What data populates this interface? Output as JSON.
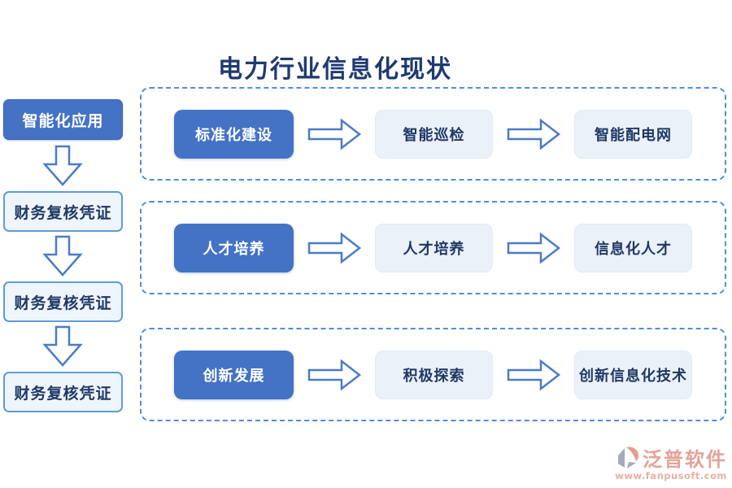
{
  "title": "电力行业信息化现状",
  "colors": {
    "primary_blue": "#4472c4",
    "dark_text": "#1f3864",
    "dashed_border": "#4a90d9",
    "light_box_fill": "#eaf1f9",
    "sidebar_box_fill": "#eef5fc",
    "sidebar_box_border": "#5e9cd8",
    "watermark_pink": "#e19a8e"
  },
  "sidebar": {
    "top": {
      "label": "智能化应用"
    },
    "items": [
      {
        "label": "财务复核凭证"
      },
      {
        "label": "财务复核凭证"
      },
      {
        "label": "财务复核凭证"
      }
    ]
  },
  "rows": [
    {
      "source": "标准化建设",
      "step": "智能巡检",
      "result": "智能配电网"
    },
    {
      "source": "人才培养",
      "step": "人才培养",
      "result": "信息化人才"
    },
    {
      "source": "创新发展",
      "step": "积极探索",
      "result": "创新信息化技术"
    }
  ],
  "watermark": {
    "brand": "泛普软件",
    "url": "www.fanpusoft.com"
  }
}
